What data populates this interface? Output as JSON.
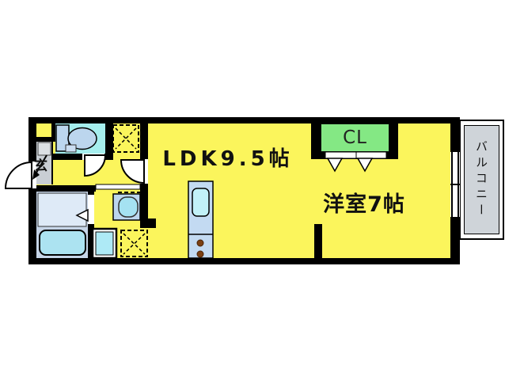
{
  "plan": {
    "type": "apartment-floorplan",
    "rooms": {
      "ldk": {
        "label": "LDK9.5帖"
      },
      "western_room": {
        "label": "洋室7帖"
      },
      "closet": {
        "label": "CL"
      },
      "entrance": {
        "label": "玄"
      },
      "balcony": {
        "label": "バルコニー"
      }
    },
    "fixtures": [
      "toilet",
      "bathtub",
      "bath-floor",
      "washbasin",
      "washing-machine-pan",
      "refrigerator-space-dashed",
      "storage-space-dashed",
      "kitchen-counter",
      "kitchen-sink",
      "gas-burners",
      "entrance-door-swing",
      "toilet-door-swing",
      "ldk-door-swing",
      "bath-folding-door",
      "sliding-door",
      "window",
      "closet-sliding-doors"
    ],
    "colors": {
      "floor_yellow": "#FBF55C",
      "closet_green": "#84E884",
      "toilet_cyan": "#A5EEEE",
      "entrance_gray": "#C9CED4",
      "balcony_gray": "#CFD4D9",
      "fixture_blue": "#BCD6EE",
      "bath_floor": "#DEEAF7",
      "bath_bg": "#C6D5E8",
      "tub_cyan": "#ACE3F1",
      "sink_cyan": "#C2F1F8",
      "pan_cyan": "#AEEAF6",
      "burner_brown": "#7B3F12",
      "wall_black": "#000000"
    }
  }
}
